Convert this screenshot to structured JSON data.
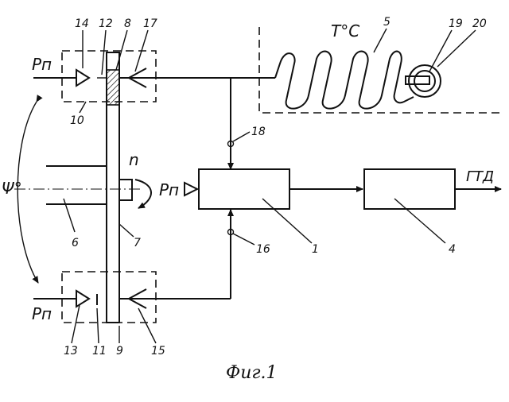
{
  "labels": {
    "temperature": "T°C",
    "angle": "Ψ°",
    "speed": "n",
    "pressure_top": "Pп",
    "pressure_mid": "Pп",
    "pressure_bottom": "Pп",
    "output": "ГТД",
    "caption": "Фиг.1"
  },
  "numbers": {
    "n1": "1",
    "n4": "4",
    "n5": "5",
    "n6": "6",
    "n7": "7",
    "n8": "8",
    "n9": "9",
    "n10": "10",
    "n11": "11",
    "n12": "12",
    "n13": "13",
    "n14": "14",
    "n15": "15",
    "n16": "16",
    "n17": "17",
    "n18": "18",
    "n19": "19",
    "n20": "20"
  }
}
